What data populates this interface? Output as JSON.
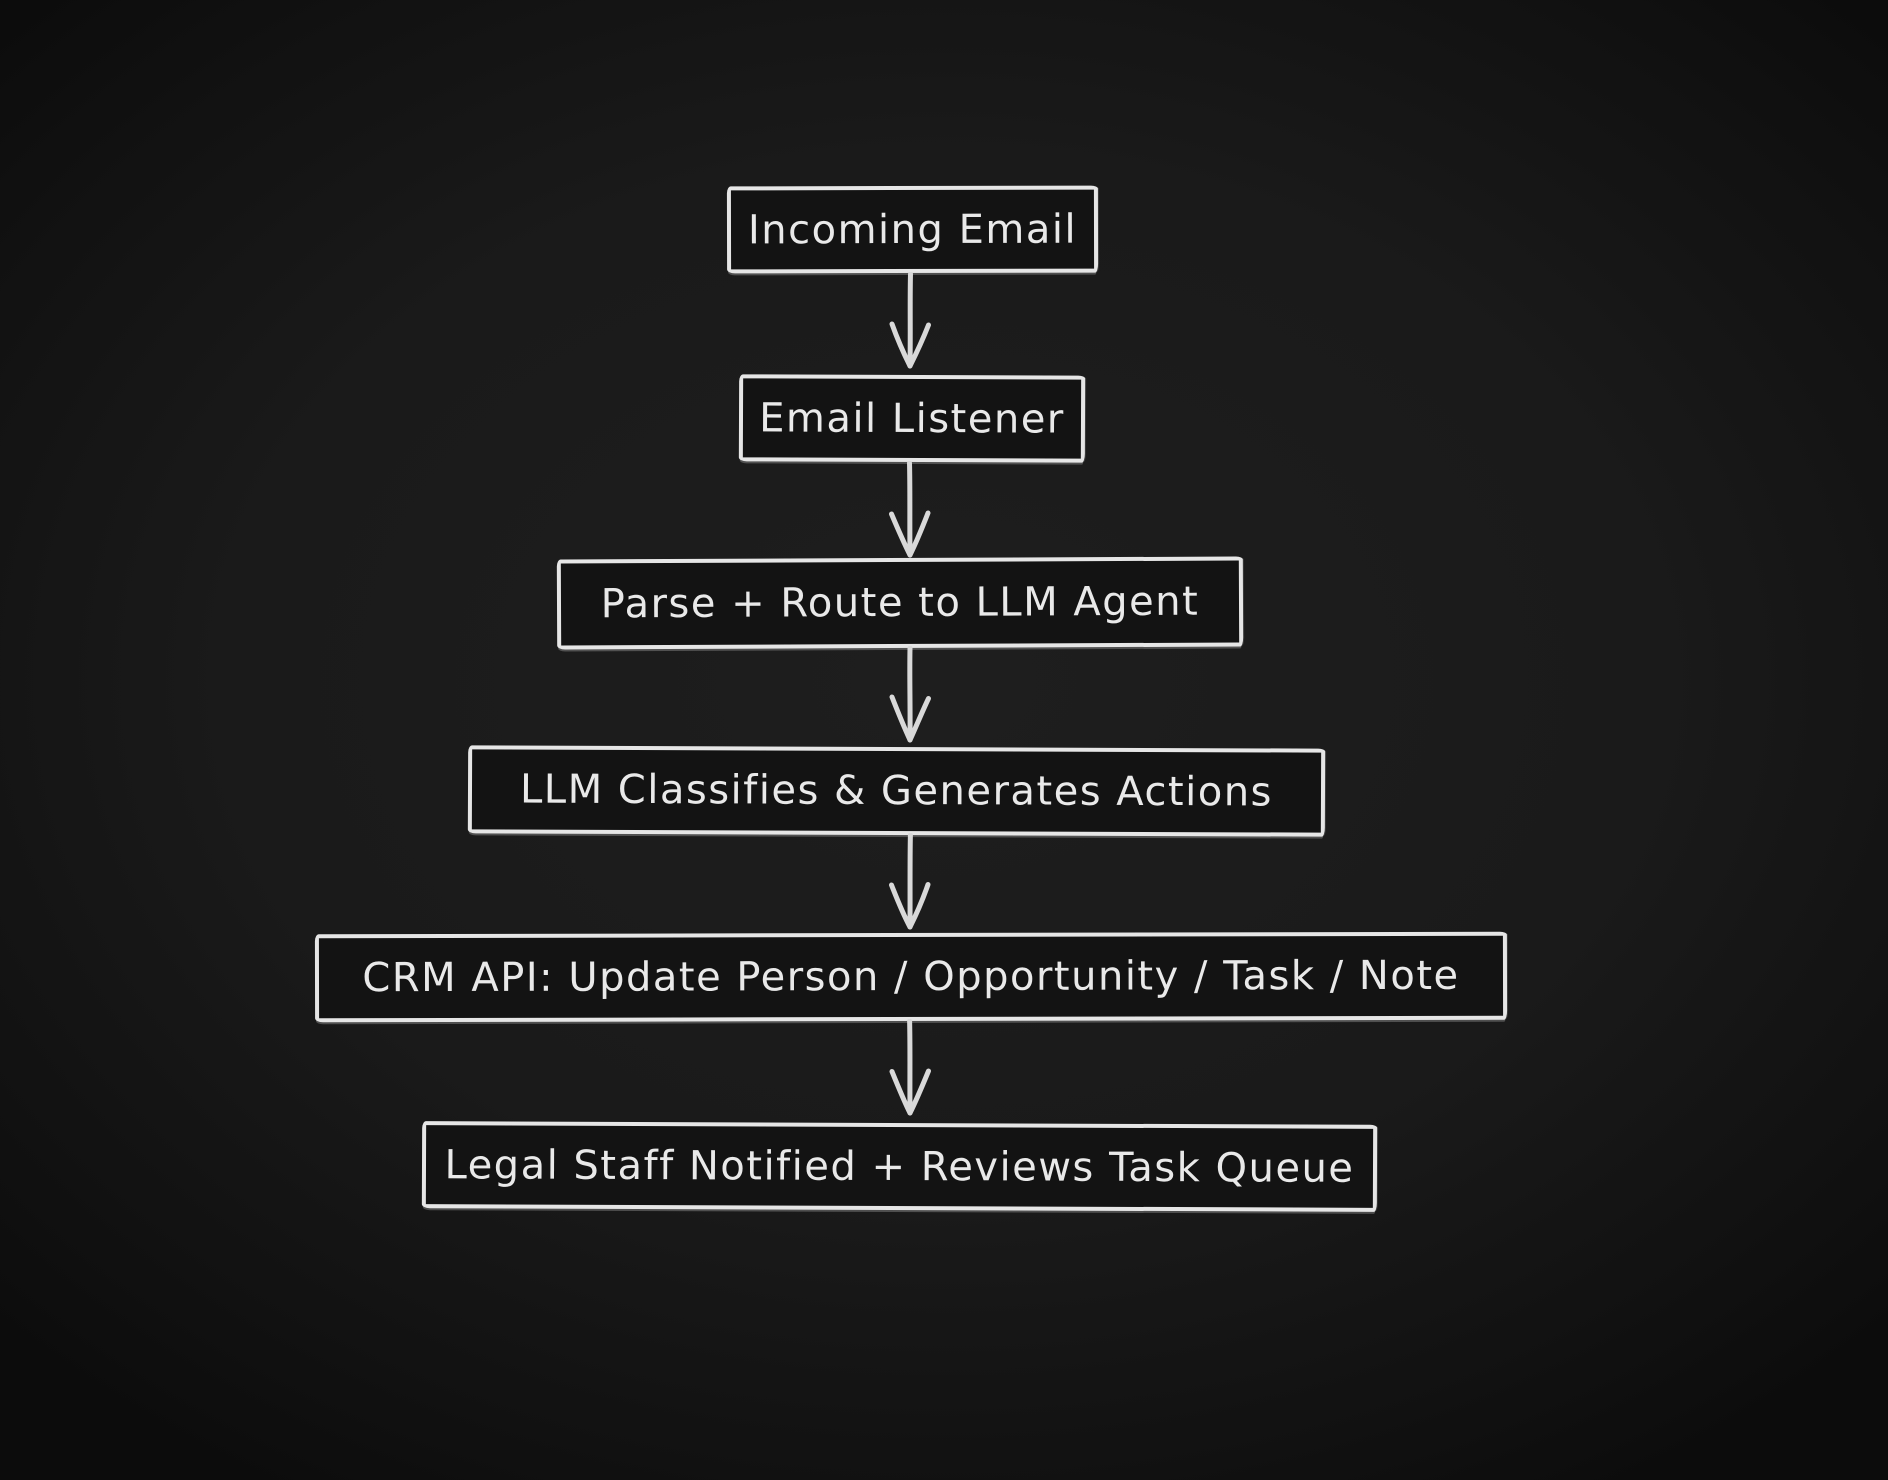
{
  "diagram": {
    "type": "flowchart",
    "direction": "top-down",
    "colors": {
      "background": "#1a1a1a",
      "node_fill": "#131313",
      "stroke": "#e6e6e6",
      "text": "#e9e9e9"
    },
    "nodes": [
      {
        "id": "incoming-email",
        "label": "Incoming Email"
      },
      {
        "id": "email-listener",
        "label": "Email Listener"
      },
      {
        "id": "parse-route",
        "label": "Parse + Route to LLM Agent"
      },
      {
        "id": "llm-classify",
        "label": "LLM Classifies & Generates Actions"
      },
      {
        "id": "crm-api",
        "label": "CRM API: Update Person / Opportunity / Task / Note"
      },
      {
        "id": "legal-staff",
        "label": "Legal Staff Notified + Reviews Task Queue"
      }
    ],
    "edges": [
      {
        "from": "incoming-email",
        "to": "email-listener"
      },
      {
        "from": "email-listener",
        "to": "parse-route"
      },
      {
        "from": "parse-route",
        "to": "llm-classify"
      },
      {
        "from": "llm-classify",
        "to": "crm-api"
      },
      {
        "from": "crm-api",
        "to": "legal-staff"
      }
    ]
  }
}
